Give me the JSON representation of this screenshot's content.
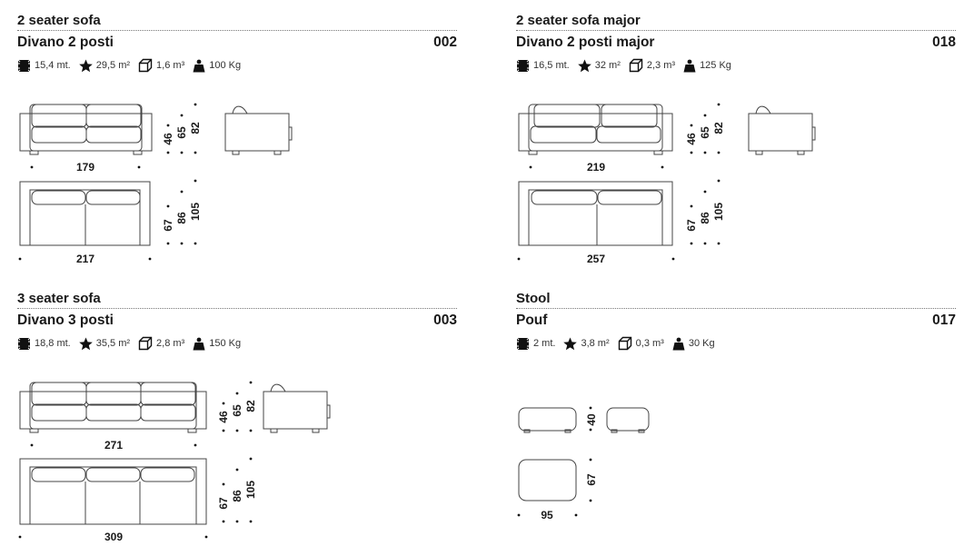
{
  "products": [
    {
      "en_title": "2 seater sofa",
      "it_title": "Divano 2 posti",
      "code": "002",
      "specs": [
        {
          "icon": "fabric-icon",
          "value": "15,4 mt."
        },
        {
          "icon": "star-icon",
          "value": "29,5 m²"
        },
        {
          "icon": "cube-icon",
          "value": "1,6 m³"
        },
        {
          "icon": "weight-icon",
          "value": "100 Kg"
        }
      ],
      "dims": {
        "front_width": "179",
        "seat_height": "46",
        "arm_height": "65",
        "back_height": "82",
        "plan_width": "217",
        "seat_depth": "67",
        "arm_depth": "86",
        "total_depth": "105"
      }
    },
    {
      "en_title": "2 seater sofa major",
      "it_title": "Divano 2 posti major",
      "code": "018",
      "specs": [
        {
          "icon": "fabric-icon",
          "value": "16,5 mt."
        },
        {
          "icon": "star-icon",
          "value": "32 m²"
        },
        {
          "icon": "cube-icon",
          "value": "2,3 m³"
        },
        {
          "icon": "weight-icon",
          "value": "125 Kg"
        }
      ],
      "dims": {
        "front_width": "219",
        "seat_height": "46",
        "arm_height": "65",
        "back_height": "82",
        "plan_width": "257",
        "seat_depth": "67",
        "arm_depth": "86",
        "total_depth": "105"
      }
    },
    {
      "en_title": "3 seater sofa",
      "it_title": "Divano 3 posti",
      "code": "003",
      "specs": [
        {
          "icon": "fabric-icon",
          "value": "18,8 mt."
        },
        {
          "icon": "star-icon",
          "value": "35,5 m²"
        },
        {
          "icon": "cube-icon",
          "value": "2,8 m³"
        },
        {
          "icon": "weight-icon",
          "value": "150 Kg"
        }
      ],
      "dims": {
        "front_width": "271",
        "seat_height": "46",
        "arm_height": "65",
        "back_height": "82",
        "plan_width": "309",
        "seat_depth": "67",
        "arm_depth": "86",
        "total_depth": "105"
      }
    },
    {
      "en_title": "Stool",
      "it_title": "Pouf",
      "code": "017",
      "specs": [
        {
          "icon": "fabric-icon",
          "value": "2 mt."
        },
        {
          "icon": "star-icon",
          "value": "3,8 m²"
        },
        {
          "icon": "cube-icon",
          "value": "0,3 m³"
        },
        {
          "icon": "weight-icon",
          "value": "30 Kg"
        }
      ],
      "dims": {
        "height": "40",
        "depth": "67",
        "width": "95"
      }
    }
  ]
}
